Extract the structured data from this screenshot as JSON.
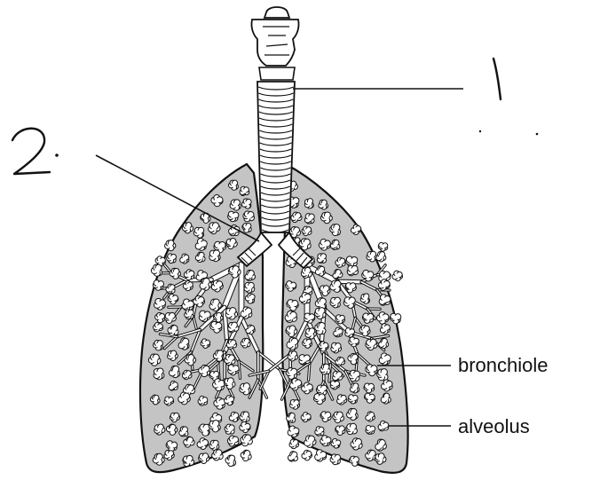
{
  "labels": {
    "bronchiole": "bronchiole",
    "alveolus": "alveolus",
    "handwritten_one": "1",
    "handwritten_two": "2"
  },
  "colors": {
    "lung_fill": "#c4c4c4",
    "outline": "#111111",
    "background": "#ffffff",
    "alveolus_fill": "#ffffff"
  },
  "icons": [
    "trachea",
    "left-lung",
    "right-lung",
    "bronchi",
    "alveolus-cluster"
  ]
}
